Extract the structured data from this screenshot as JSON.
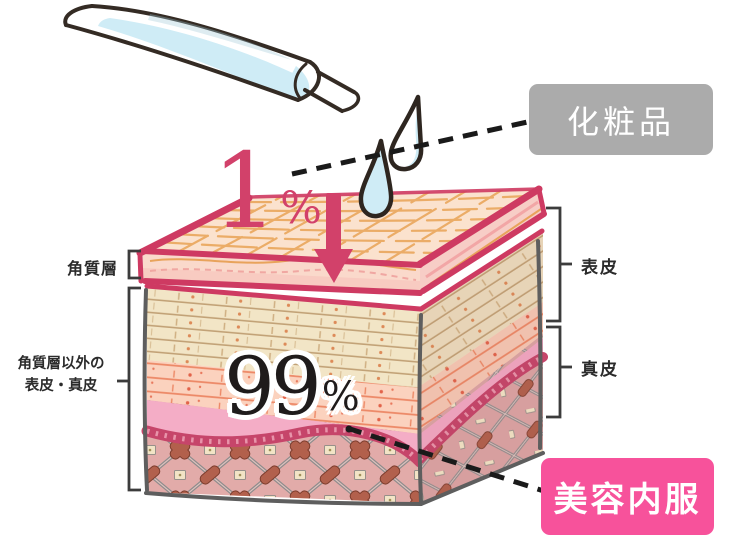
{
  "callouts": {
    "cosmetics": "化粧品",
    "beauty_supplement": "美容内服"
  },
  "percentages": {
    "cosmetic_absorbed": {
      "value": "1",
      "unit": "%"
    },
    "supplement_absorbed": {
      "value": "99",
      "unit": "%"
    }
  },
  "labels": {
    "stratum_corneum": "角質層",
    "non_stratum_line1": "角質層以外の",
    "non_stratum_line2": "表皮・真皮",
    "epidermis": "表皮",
    "dermis": "真皮"
  },
  "icons": [
    "cosmetic-bottle-icon",
    "droplet-icon",
    "down-arrow-icon",
    "dashed-callout-line",
    "bracket-icon"
  ],
  "colors": {
    "crimson": "#d2416a",
    "hot_pink": "#f7529b",
    "gray_callout": "#ababab",
    "skin_peach": "#fbe2ce",
    "hatch_orange": "#e9a75c",
    "beige_layer": "#f2e5c6",
    "pink_layer": "#fbd2be",
    "basal_pink": "#f4adc6",
    "dermis_pink": "#e2aba9",
    "droplet_blue": "#cfecf6",
    "outline_dark": "#342b24",
    "percent_dark": "#1f1b1b"
  }
}
